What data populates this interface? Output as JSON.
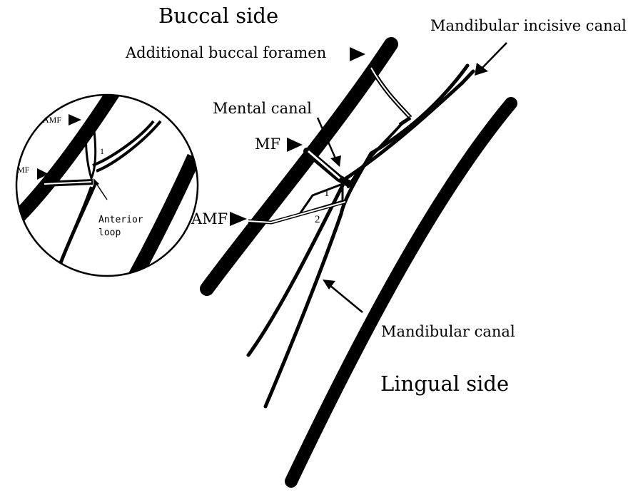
{
  "labels": {
    "buccal_side": "Buccal side",
    "lingual_side": "Lingual side",
    "mandibular_incisive_canal": "Mandibular incisive canal",
    "additional_buccal_foramen": "Additional buccal foramen",
    "mental_canal": "Mental canal",
    "mf": "MF",
    "amf": "AMF",
    "mandibular_canal": "Mandibular canal",
    "loop_1": "1",
    "loop_2": "2"
  },
  "inset": {
    "amf": "AMF",
    "mf": "MF",
    "loop_1": "1",
    "anterior_loop_line1": "Anterior",
    "anterior_loop_line2": "loop"
  },
  "colors": {
    "ink": "#000000",
    "background": "#ffffff"
  }
}
